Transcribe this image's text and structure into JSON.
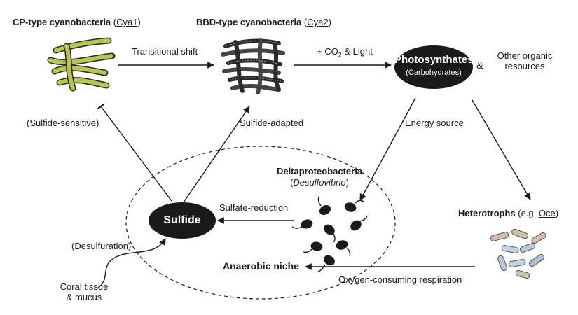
{
  "cp": {
    "title": "CP-type cyanobacteria",
    "open": "(",
    "code": "Cya1",
    "close": ")"
  },
  "bbd": {
    "title": "BBD-type cyanobacteria",
    "open": "(",
    "code": "Cya2",
    "close": ")"
  },
  "edges": {
    "transitional_shift": "Transitional shift",
    "co2_pre": "+ CO",
    "co2_sub": "2",
    "co2_post": " & Light",
    "sulfide_sensitive": "(Sulfide-sensitive)",
    "sulfide_adapted": "Sulfide-adapted",
    "energy_source": "Energy source",
    "sulfate_reduction": "Sulfate-reduction",
    "desulfuration": "(Desulfuration)",
    "respiration": "Oxygen-consuming respiration"
  },
  "photosynthates": {
    "title": "Photosynthates",
    "sub": "(Carbohydrates)"
  },
  "other": {
    "amp": "&",
    "line1": "Other organic",
    "line2": "resources"
  },
  "delta": {
    "title": "Deltaproteobacteria",
    "open": "(",
    "genus": "Desulfovibrio",
    "close": ")"
  },
  "sulfide": {
    "label": "Sulfide"
  },
  "hetero": {
    "title": "Heterotrophs",
    "open": " (e.g. ",
    "code": "Oce",
    "close": ")"
  },
  "niche": {
    "label": "Anaerobic niche"
  },
  "coral": {
    "line1": "Coral tissue",
    "line2": "& mucus"
  }
}
